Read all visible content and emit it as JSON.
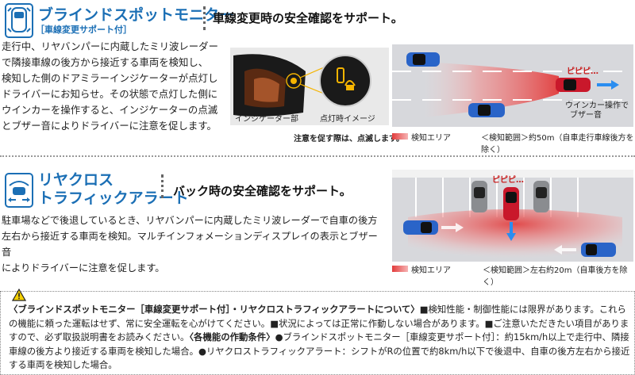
{
  "bsm": {
    "title": "ブラインドスポットモニター",
    "subtitle": "［車線変更サポート付］",
    "headline": "車線変更時の安全確認をサポート。",
    "body_lines": [
      "走行中、リヤバンパーに内蔵したミリ波レーダー",
      "で隣接車線の後方から接近する車両を検知し、",
      "検知した側のドアミラーインジケーターが点灯し",
      "ドライバーにお知らせ。その状態で点灯した側に",
      "ウインカーを操作すると、インジケーターの点滅",
      "とブザー音によりドライバーに注意を促します。"
    ],
    "caption_indicator": "インジケーター部",
    "caption_lit": "点灯時イメージ",
    "caption_blink": "注意を促す際は、点滅します。",
    "beep": "ピピピ…",
    "winker_line1": "ウインカー操作で",
    "winker_line2": "ブザー音",
    "legend": "検知エリア",
    "range": "＜検知範囲＞約50m（自車走行車線後方を除く）"
  },
  "rcta": {
    "title_line1": "リヤクロス",
    "title_line2": "トラフィックアラート",
    "headline": "バック時の安全確認をサポート。",
    "body_lines": [
      "駐車場などで後退しているとき、リヤバンパーに内蔵したミリ波レーダーで自車の後方",
      "左右から接近する車両を検知。マルチインフォメーションディスプレイの表示とブザー音",
      "によりドライバーに注意を促します。"
    ],
    "beep": "ピピピ…",
    "legend": "検知エリア",
    "range": "＜検知範囲＞左右約20m（自車後方を除く）"
  },
  "note": {
    "heading": "〈ブラインドスポットモニター［車線変更サポート付］・リヤクロストラフィックアラートについて〉",
    "text1": "■検知性能・制御性能には限界があります。これらの機能に頼った運転はせず、常に安全運転を心がけてください。■状況によっては正常に作動しない場合があります。■ご注意いただきたい項目がありますので、必ず取扱説明書をお読みください。",
    "cond_heading": "〈各機能の作動条件〉",
    "text2": "●ブラインドスポットモニター［車線変更サポート付］：約15km/h以上で走行中、隣接車線の後方より接近する車両を検知した場合。●リヤクロストラフィックアラート：シフトがRの位置で約8km/h以下で後退中、自車の後方左右から接近する車両を検知した場合。"
  },
  "colors": {
    "accent": "#1b6fb5",
    "detect": "#e23c3c",
    "indicator": "#f5b400"
  }
}
